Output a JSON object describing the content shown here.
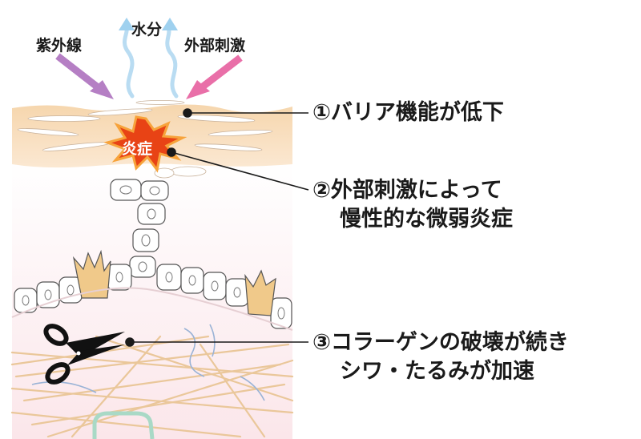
{
  "labels": {
    "uv": "紫外線",
    "water": "水分",
    "external": "外部刺激",
    "inflammation": "炎症"
  },
  "callouts": [
    {
      "line1": "①バリア機能が低下",
      "line2": ""
    },
    {
      "line1": "②外部刺激によって",
      "line2": "慢性的な微弱炎症"
    },
    {
      "line1": "③コラーゲンの破壊が続き",
      "line2": "シワ・たるみが加速"
    }
  ],
  "colors": {
    "uv_arrow": "#b57fc4",
    "external_arrow": "#e96fa8",
    "water_arrow": "#b9dcf2",
    "stratum_corneum": "#f8dcb8",
    "inflammation": "#e84315",
    "melanocyte": "#f0c98a",
    "dermis": "#fbe9ec",
    "collagen": "#eac79a"
  },
  "icons": {
    "scissors": "scissors-icon"
  }
}
